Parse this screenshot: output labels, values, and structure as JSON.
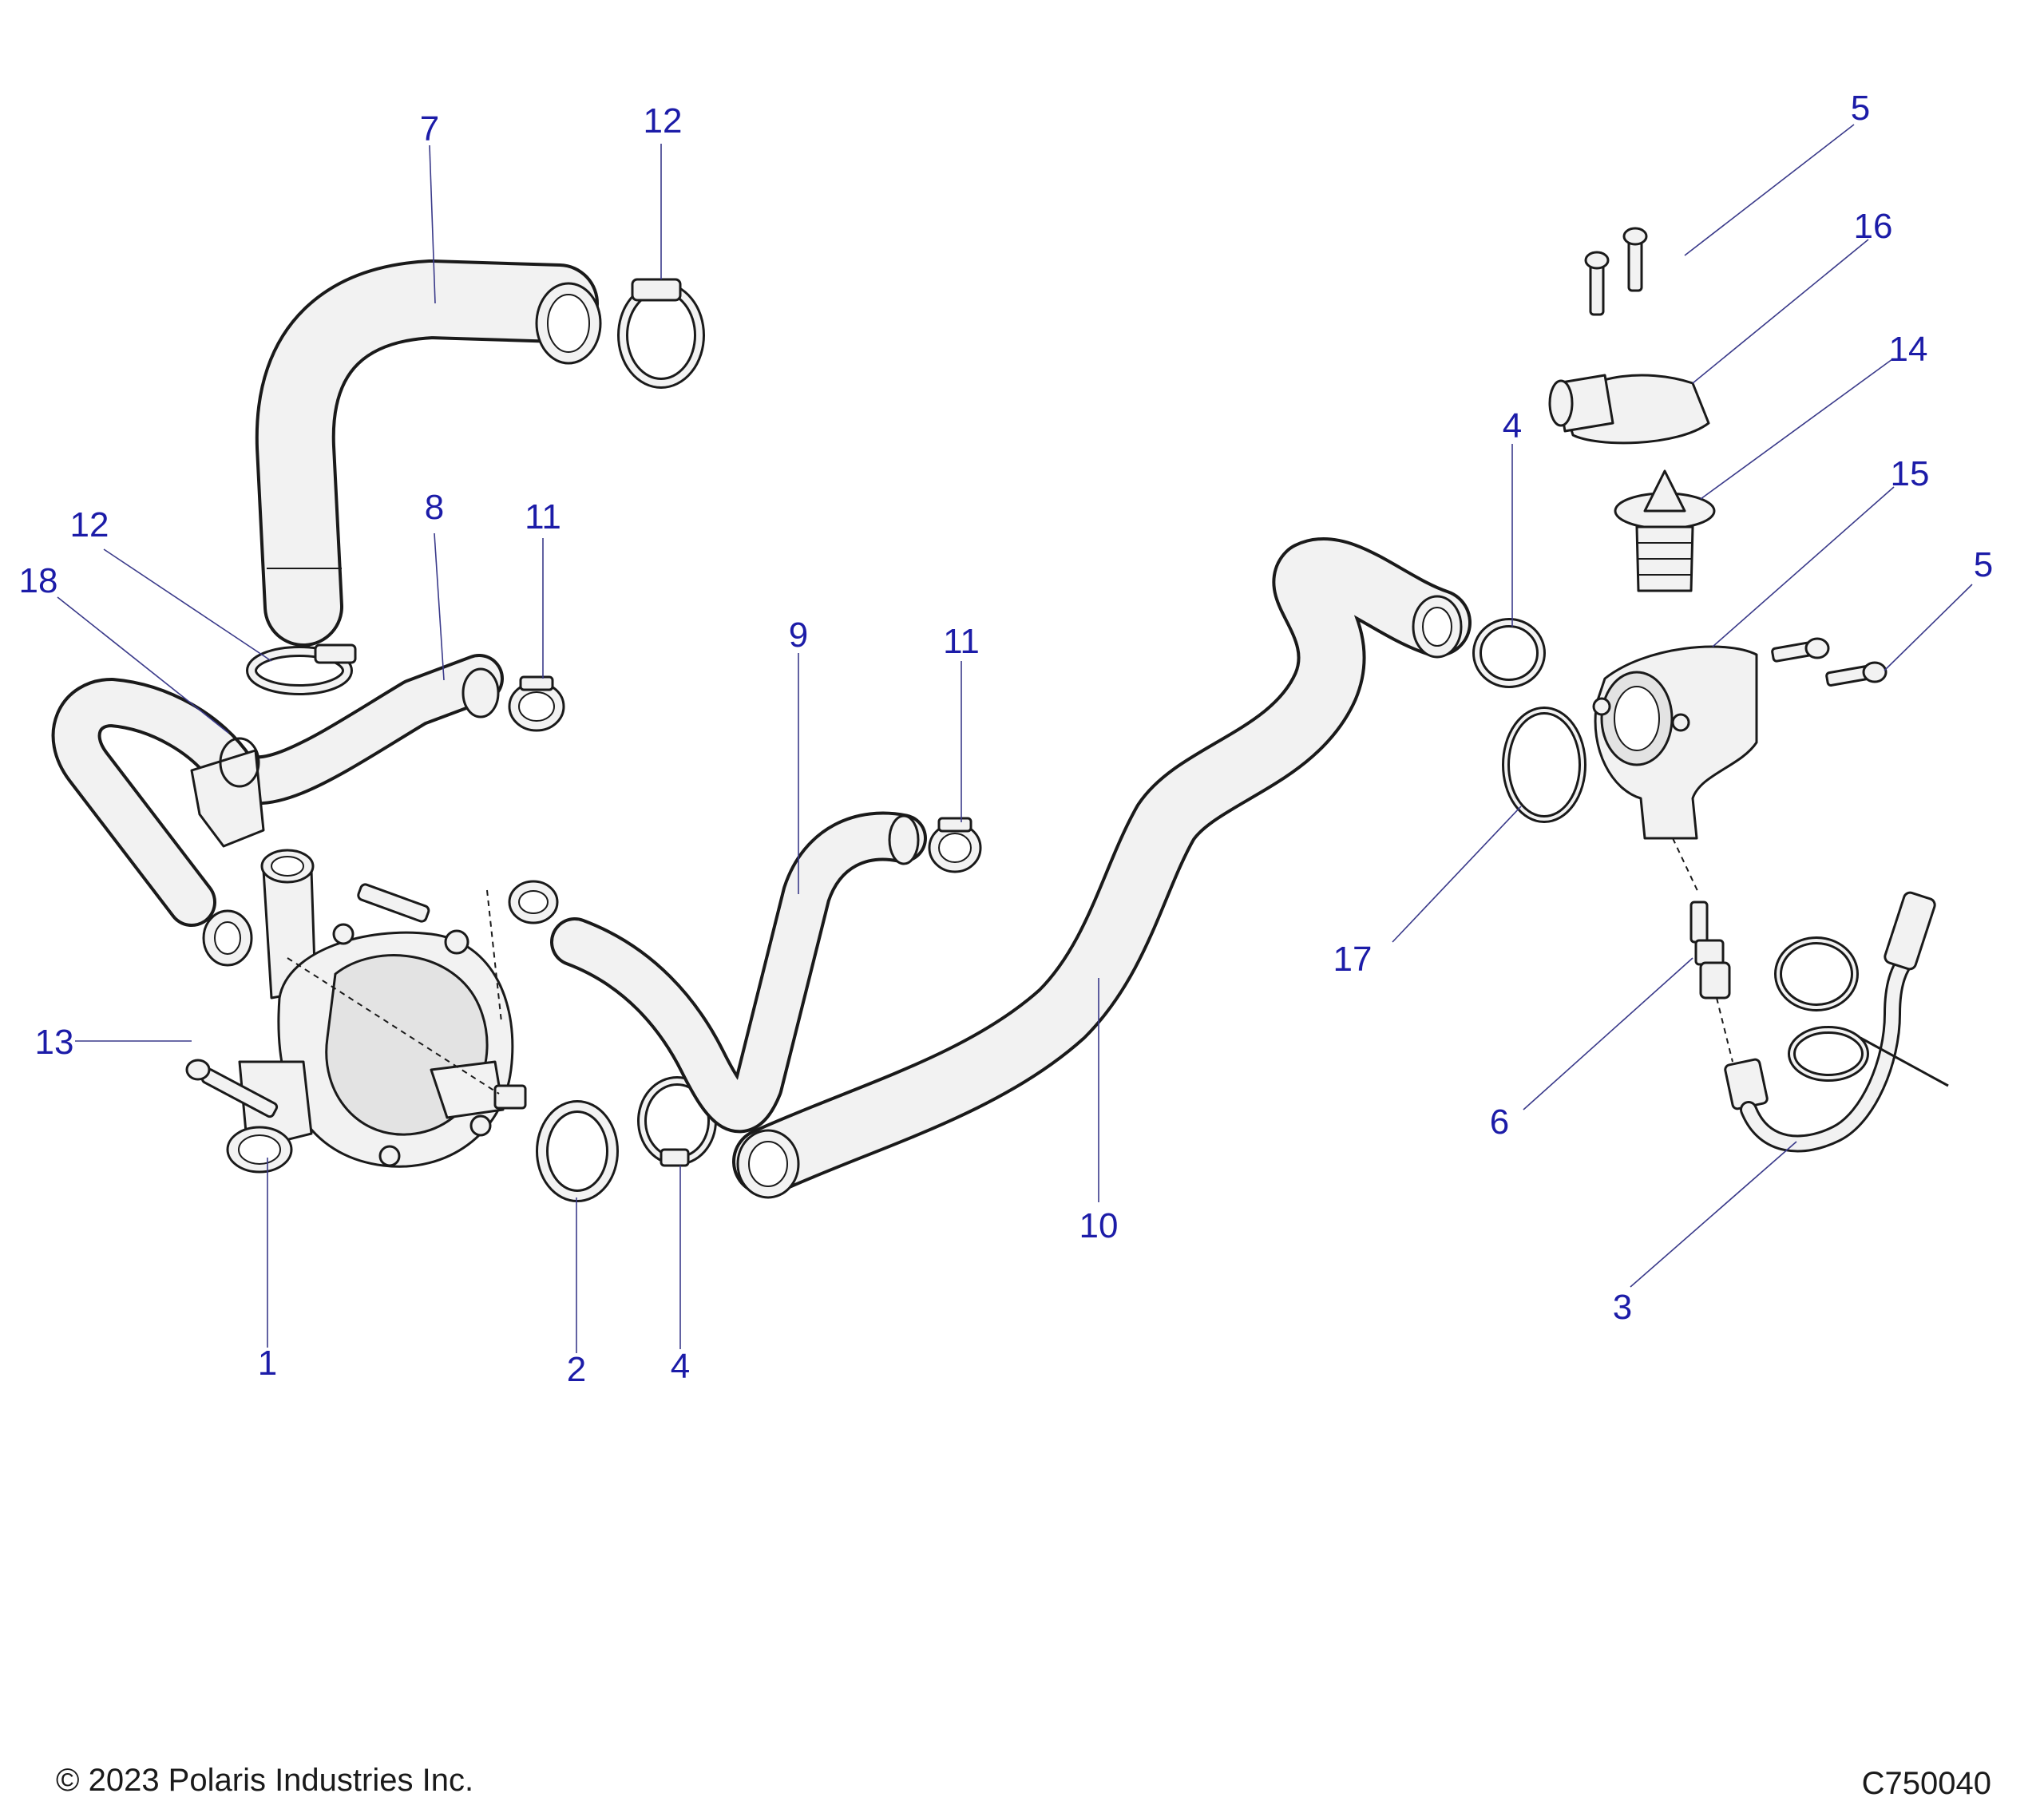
{
  "callouts": {
    "c1": "1",
    "c2": "2",
    "c3": "3",
    "c4a": "4",
    "c4b": "4",
    "c5a": "5",
    "c5b": "5",
    "c6": "6",
    "c7": "7",
    "c8": "8",
    "c9": "9",
    "c10": "10",
    "c11a": "11",
    "c11b": "11",
    "c12a": "12",
    "c12b": "12",
    "c13": "13",
    "c14": "14",
    "c15": "15",
    "c16": "16",
    "c17": "17",
    "c18": "18"
  },
  "footer": {
    "copyright": "© 2023 Polaris Industries Inc.",
    "drawing_id": "C750040"
  },
  "colors": {
    "callout": "#1c1ca8",
    "line": "#1a1a1a",
    "part_fill": "#f2f2f2"
  }
}
